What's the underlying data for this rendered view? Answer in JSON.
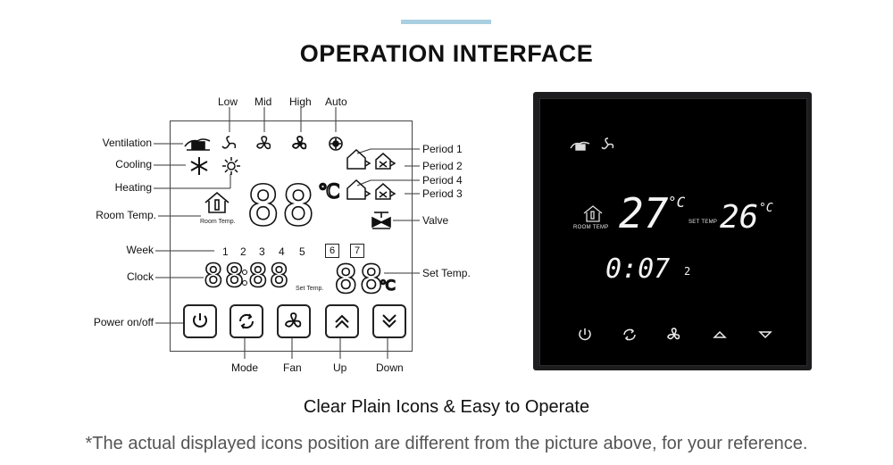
{
  "header": {
    "title": "OPERATION INTERFACE"
  },
  "diagram": {
    "top_labels": {
      "low": "Low",
      "mid": "Mid",
      "high": "High",
      "auto": "Auto"
    },
    "left_labels": {
      "ventilation": "Ventilation",
      "cooling": "Cooling",
      "heating": "Heating",
      "room_temp": "Room Temp.",
      "week": "Week",
      "clock": "Clock",
      "power": "Power on/off"
    },
    "right_labels": {
      "period1": "Period 1",
      "period2": "Period 2",
      "period4": "Period 4",
      "period3": "Period 3",
      "valve": "Valve",
      "set_temp": "Set Temp."
    },
    "bottom_labels": {
      "mode": "Mode",
      "fan": "Fan",
      "up": "Up",
      "down": "Down"
    },
    "lcd": {
      "room_temp_small": "Room Temp.",
      "set_temp_small": "Set Temp.",
      "temp_digits": "88",
      "celsius": "℃",
      "clock_hours": "88",
      "clock_minutes": "88",
      "set_digits": "88",
      "set_celsius": "℃",
      "week_numbers": [
        "1",
        "2",
        "3",
        "4",
        "5"
      ],
      "week_boxed": [
        "6",
        "7"
      ]
    }
  },
  "thermostat": {
    "room_temp": "27",
    "room_unit": "°C",
    "room_label": "ROOM TEMP",
    "set_label": "SET TEMP",
    "set_temp": "26",
    "set_unit": "°C",
    "clock": "0:07",
    "weekday": "2"
  },
  "footer": {
    "subtitle": "Clear Plain Icons & Easy to Operate",
    "note": "*The actual displayed icons position are different from the picture above, for your reference."
  },
  "colors": {
    "accent_bar": "#a9cfe0",
    "panel": "#000000",
    "bezel": "#1d1d1f"
  }
}
